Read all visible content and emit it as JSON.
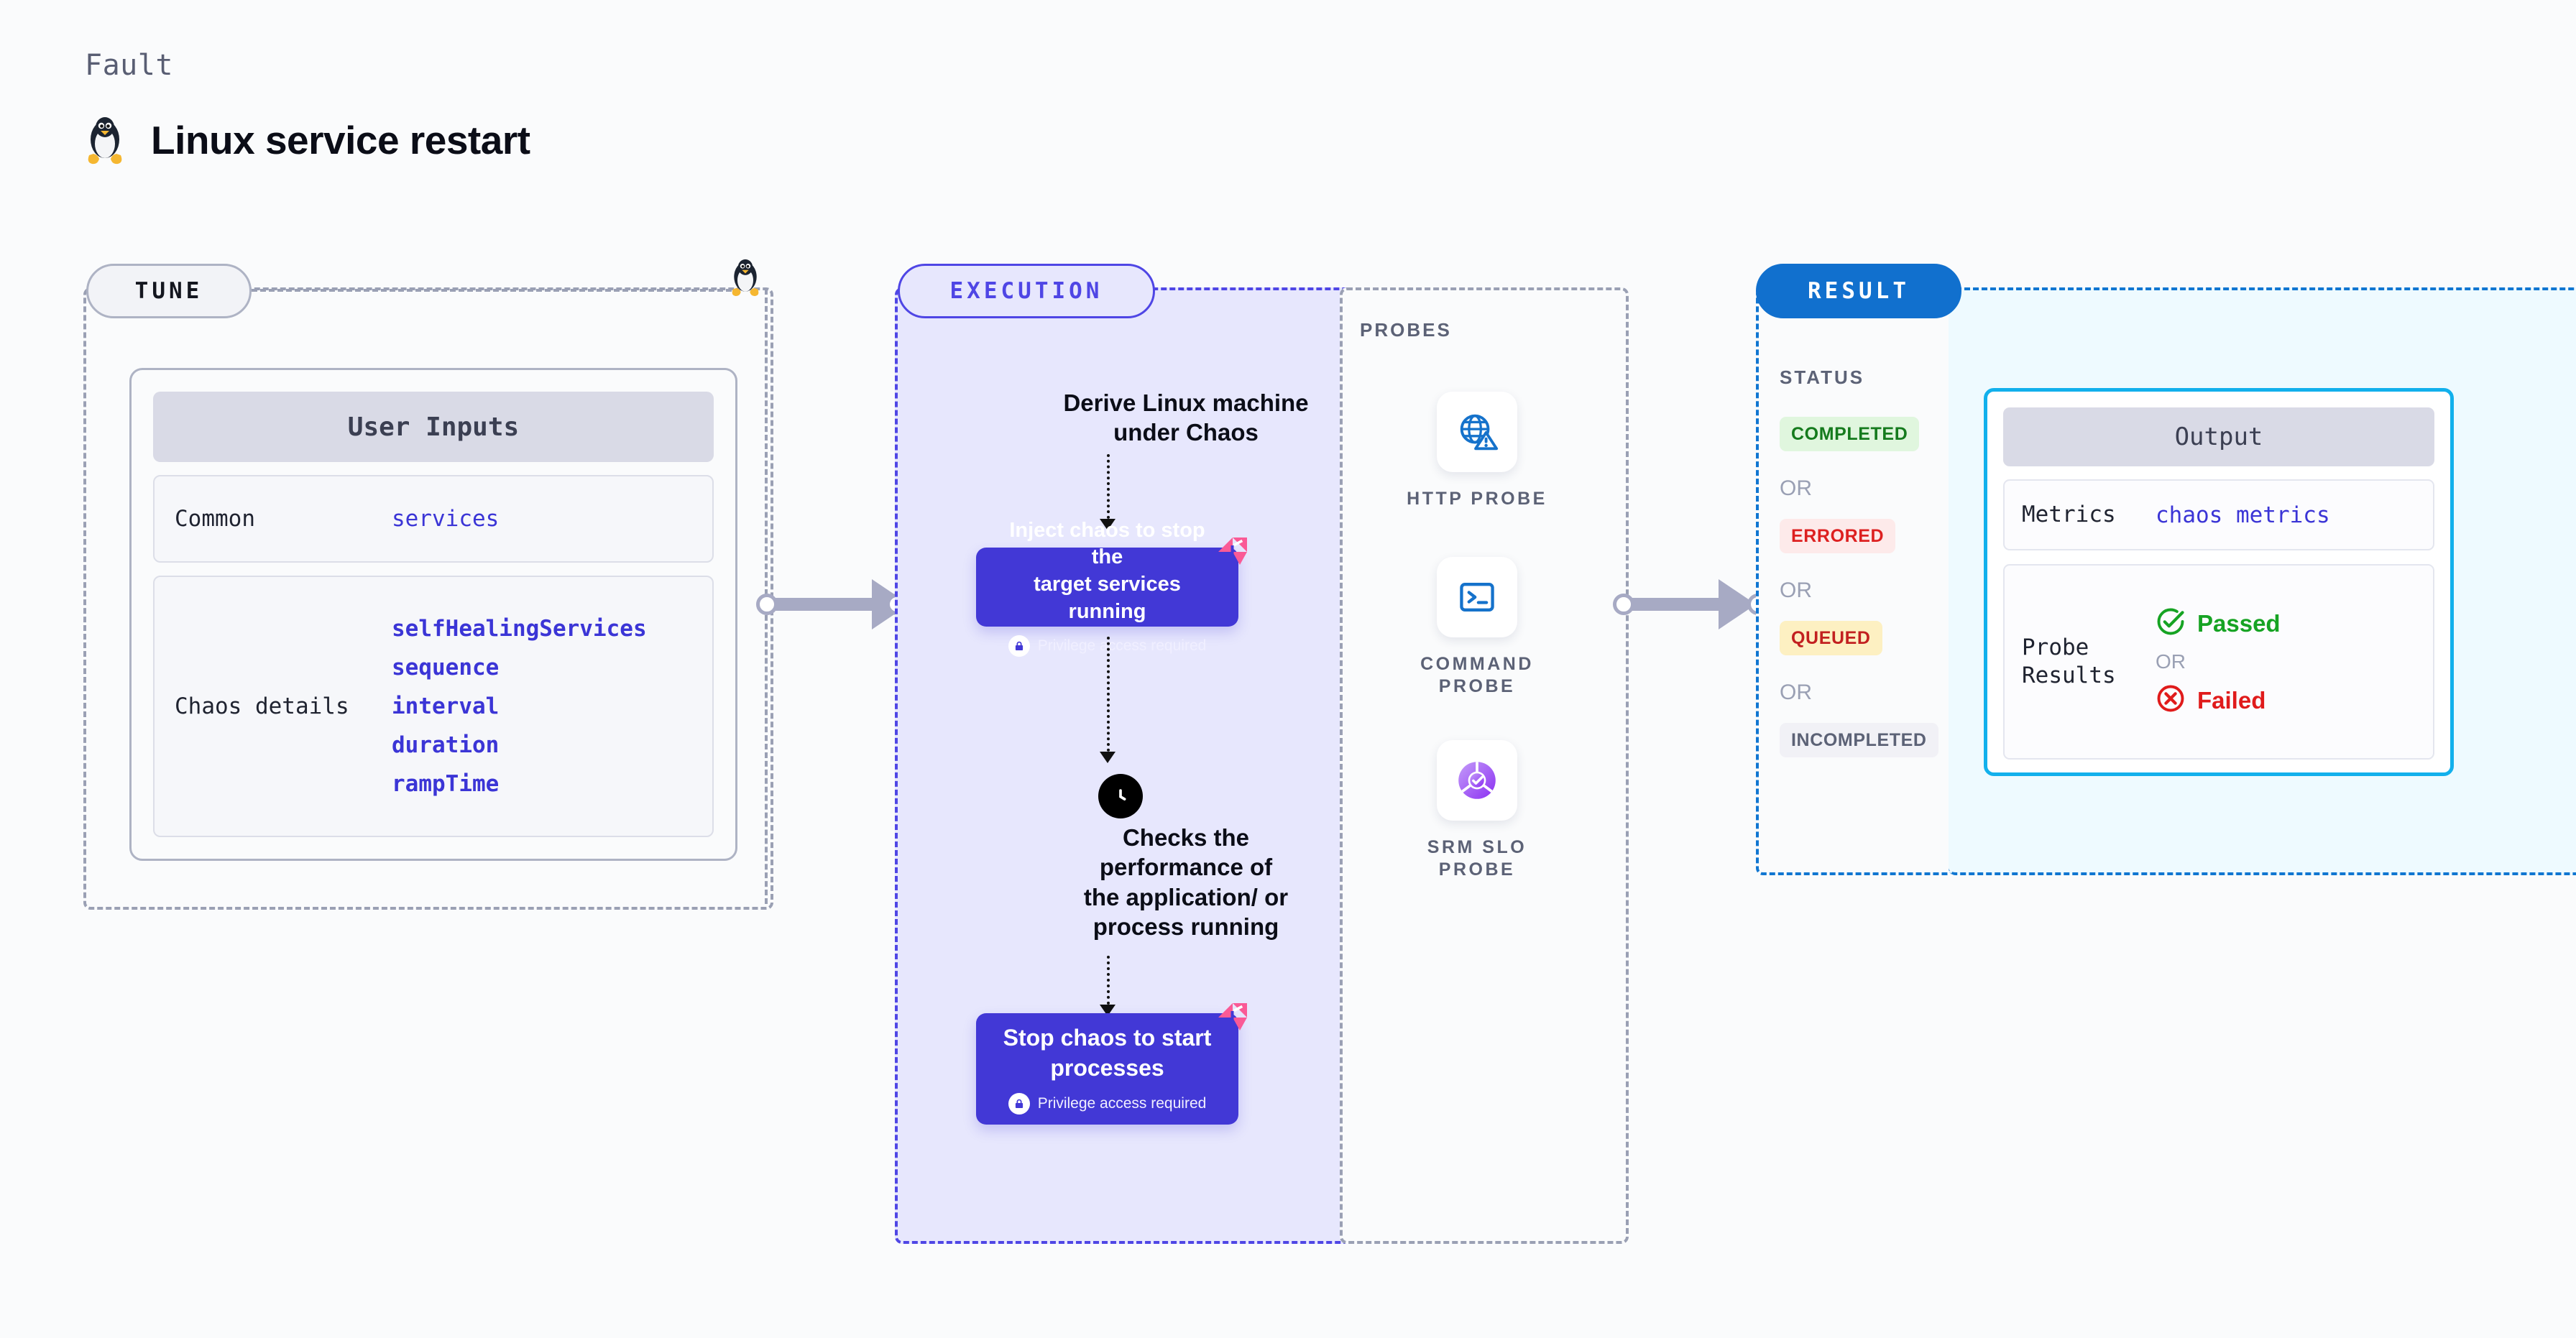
{
  "header": {
    "eyebrow": "Fault",
    "title": "Linux service restart",
    "icon": "linux-penguin-icon"
  },
  "stages": {
    "tune": {
      "badge": "TUNE",
      "card_title": "User Inputs",
      "sections": [
        {
          "label": "Common",
          "values": [
            "services"
          ]
        },
        {
          "label": "Chaos details",
          "values": [
            "selfHealingServices",
            "sequence",
            "interval",
            "duration",
            "rampTime"
          ]
        }
      ]
    },
    "execution": {
      "badge": "EXECUTION",
      "steps": [
        {
          "type": "text",
          "text": "Derive Linux machine\nunder Chaos"
        },
        {
          "type": "action",
          "title": "Inject chaos to stop the\ntarget services running",
          "privilege": "Privilege access required",
          "badge": "chaos-fault-icon"
        },
        {
          "type": "text",
          "icon": "clock-icon",
          "text": "Checks the\nperformance of\nthe application/ or\nprocess running"
        },
        {
          "type": "action",
          "title": "Stop chaos to start\nprocesses",
          "privilege": "Privilege access required",
          "badge": "chaos-fault-icon"
        }
      ]
    },
    "probes": {
      "label": "PROBES",
      "items": [
        {
          "name": "HTTP PROBE",
          "icon": "globe-warning-icon"
        },
        {
          "name": "COMMAND\nPROBE",
          "icon": "terminal-icon"
        },
        {
          "name": "SRM SLO\nPROBE",
          "icon": "slo-donut-check-icon"
        }
      ]
    },
    "result": {
      "badge": "RESULT",
      "status_label": "STATUS",
      "or_text": "OR",
      "statuses": [
        {
          "text": "COMPLETED",
          "bg": "#e0f6de",
          "fg": "#157b1d"
        },
        {
          "text": "ERRORED",
          "bg": "#fdeaea",
          "fg": "#dd2020"
        },
        {
          "text": "QUEUED",
          "bg": "#fdf0c2",
          "fg": "#c22020"
        },
        {
          "text": "INCOMPLETED",
          "bg": "#f1f1f6",
          "fg": "#5c6276"
        }
      ]
    },
    "output": {
      "card_title": "Output",
      "metrics_label": "Metrics",
      "metrics_value": "chaos metrics",
      "probe_results_label": "Probe\nResults",
      "or_text": "OR",
      "passed_text": "Passed",
      "failed_text": "Failed",
      "passed_color": "#16a323",
      "failed_color": "#e01b1b"
    }
  },
  "colors": {
    "accent_purple": "#4238d6",
    "accent_blue": "#1170ce",
    "accent_cyan": "#12b0ec",
    "chaos_pink": "#fa5a96",
    "muted": "#9aa0b4"
  }
}
